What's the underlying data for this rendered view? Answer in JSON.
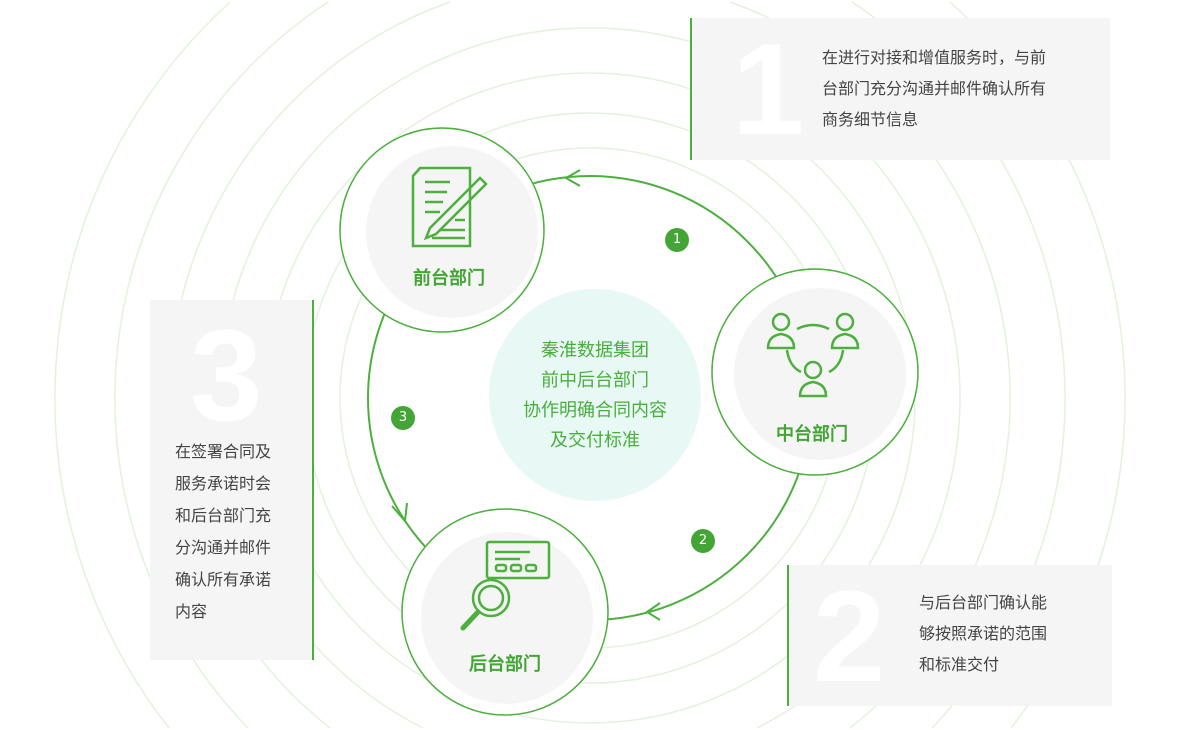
{
  "colors": {
    "accent": "#43a535",
    "card_bg": "#f5f5f5",
    "center_bg": "#e8f8f4"
  },
  "center": {
    "lines": [
      "秦淮数据集团",
      "前中后台部门",
      "协作明确合同内容",
      "及交付标准"
    ]
  },
  "nodes": {
    "front": "前台部门",
    "middle": "中台部门",
    "back": "后台部门"
  },
  "badges": [
    "1",
    "2",
    "3"
  ],
  "cards": [
    {
      "number": "1",
      "lines": [
        "在进行对接和增值服务时，与前",
        "台部门充分沟通并邮件确认所有",
        "商务细节信息"
      ]
    },
    {
      "number": "2",
      "lines": [
        "与后台部门确认能",
        "够按照承诺的范围",
        "和标准交付"
      ]
    },
    {
      "number": "3",
      "lines": [
        "在签署合同及",
        "服务承诺时会",
        "和后台部门充",
        "分沟通并邮件",
        "确认所有承诺",
        "内容"
      ]
    }
  ]
}
